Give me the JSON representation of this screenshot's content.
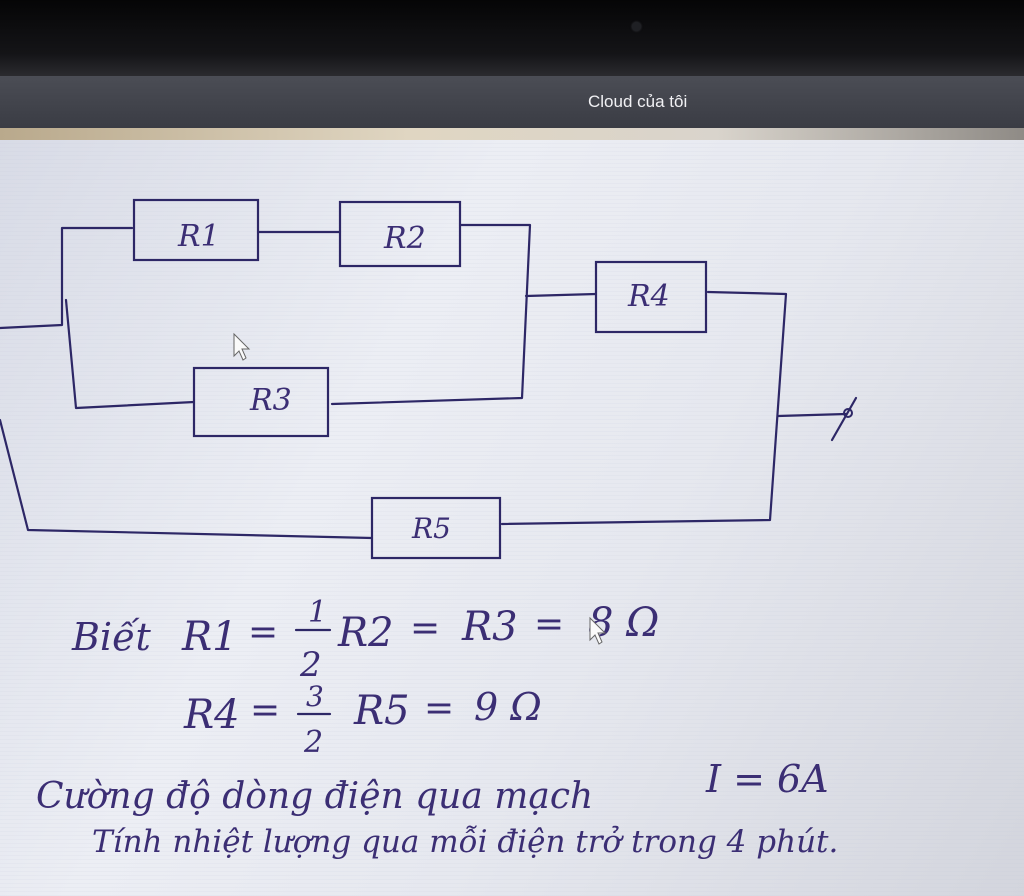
{
  "window": {
    "title": "Cloud của tôi"
  },
  "whiteboard": {
    "resistor_labels": {
      "r1": "R1",
      "r2": "R2",
      "r3": "R3",
      "r4": "R4",
      "r5": "R5"
    },
    "problem": {
      "line1_prefix": "Biết",
      "line1_r1": "R1",
      "line1_eq1": "=",
      "line1_frac_num": "1",
      "line1_frac_den": "2",
      "line1_r2": "R2",
      "line1_eq2": "=",
      "line1_r3": "R3",
      "line1_eq3": "=",
      "line1_value": "8 Ω",
      "line2_r4": "R4",
      "line2_eq1": "=",
      "line2_frac_num": "3",
      "line2_frac_den": "2",
      "line2_r5": "R5",
      "line2_eq2": "=",
      "line2_value": "9 Ω",
      "line3": "Cường độ dòng điện qua mạch",
      "line3_current": "I = 6A",
      "line4": "Tính nhiệt lượng qua mỗi điện trở trong 4 phút."
    }
  },
  "colors": {
    "ink": "#2d2766",
    "titlebar": "#3f414a"
  }
}
